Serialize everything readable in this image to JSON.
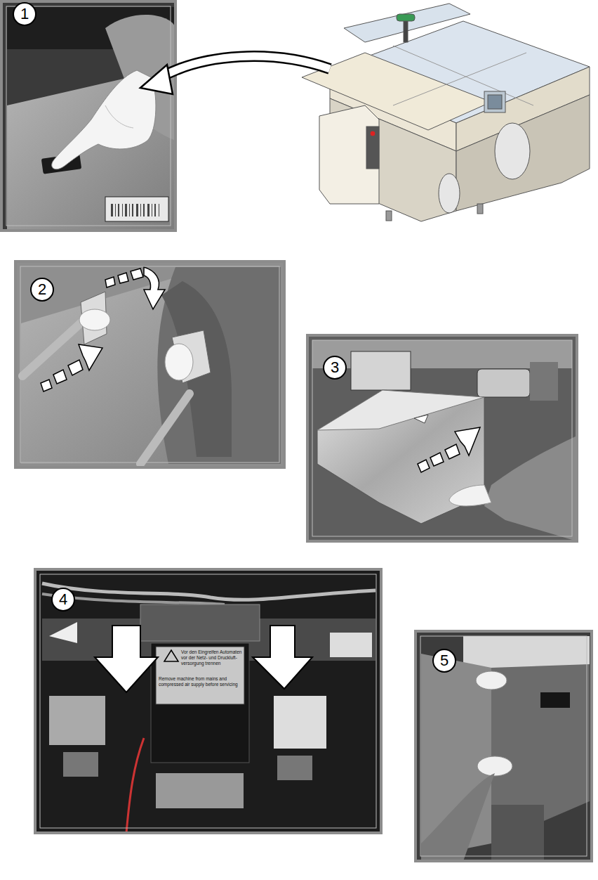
{
  "diagram": {
    "labels": [
      "1",
      "2",
      "3",
      "4",
      "5",
      "Vor den Eingreifen Automaten vor der Netz- und Druckluft- versorgung trennen",
      "Remove machine from mains and compressed air supply before servicing"
    ]
  }
}
